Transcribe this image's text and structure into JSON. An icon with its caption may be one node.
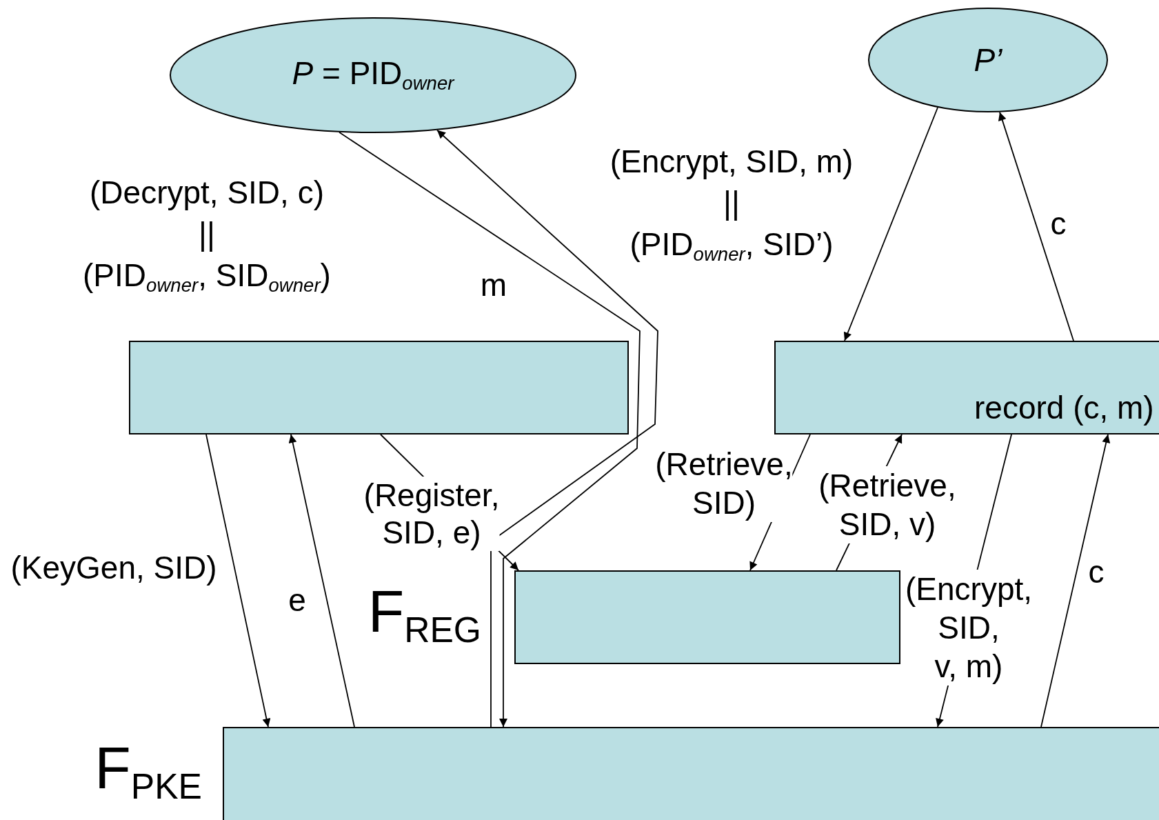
{
  "diagram": {
    "nodes": [
      {
        "text": [
          "*P* = PID$_{owner}$"
        ]
      },
      {
        "text": [
          "P’"
        ]
      },
      {
        "text": [],
        "shape": "box"
      },
      {
        "text": [
          "record (c, m)"
        ]
      },
      {
        "text": [],
        "shape": "box",
        "beside": [
          "F$_{REG}$"
        ]
      },
      {
        "text": [],
        "shape": "box",
        "beside": [
          "F$_{PKE}$"
        ]
      }
    ],
    "edges": [
      {
        "from": 0,
        "to": 5,
        "arrow": "to",
        "label": "(Decrypt, SID, c) || (PID$_{owner}$, SID$_{owner}$)"
      },
      {
        "from": 5,
        "to": 0,
        "arrow": "to",
        "label": "m"
      },
      {
        "from": 2,
        "to": 5,
        "arrow": "to",
        "label": "(KeyGen, SID)"
      },
      {
        "from": 5,
        "to": 2,
        "arrow": "to",
        "label": "e"
      },
      {
        "from": 2,
        "to": 4,
        "arrow": "to",
        "label": "(Register, SID, e)"
      },
      {
        "from": 1,
        "to": 3,
        "arrow": "to",
        "label": "(Encrypt, SID, m) || (PID$_{owner}$, SID’)"
      },
      {
        "from": 3,
        "to": 1,
        "arrow": "to",
        "label": "c"
      },
      {
        "from": 3,
        "to": 4,
        "arrow": "to",
        "label": "(Retrieve, SID)"
      },
      {
        "from": 4,
        "to": 3,
        "arrow": "to",
        "label": "(Retrieve, SID, v)"
      },
      {
        "from": 3,
        "to": 5,
        "arrow": "to",
        "label": "(Encrypt, SID, v, m)"
      },
      {
        "from": 5,
        "to": 3,
        "arrow": "to",
        "label": "c"
      }
    ]
  }
}
